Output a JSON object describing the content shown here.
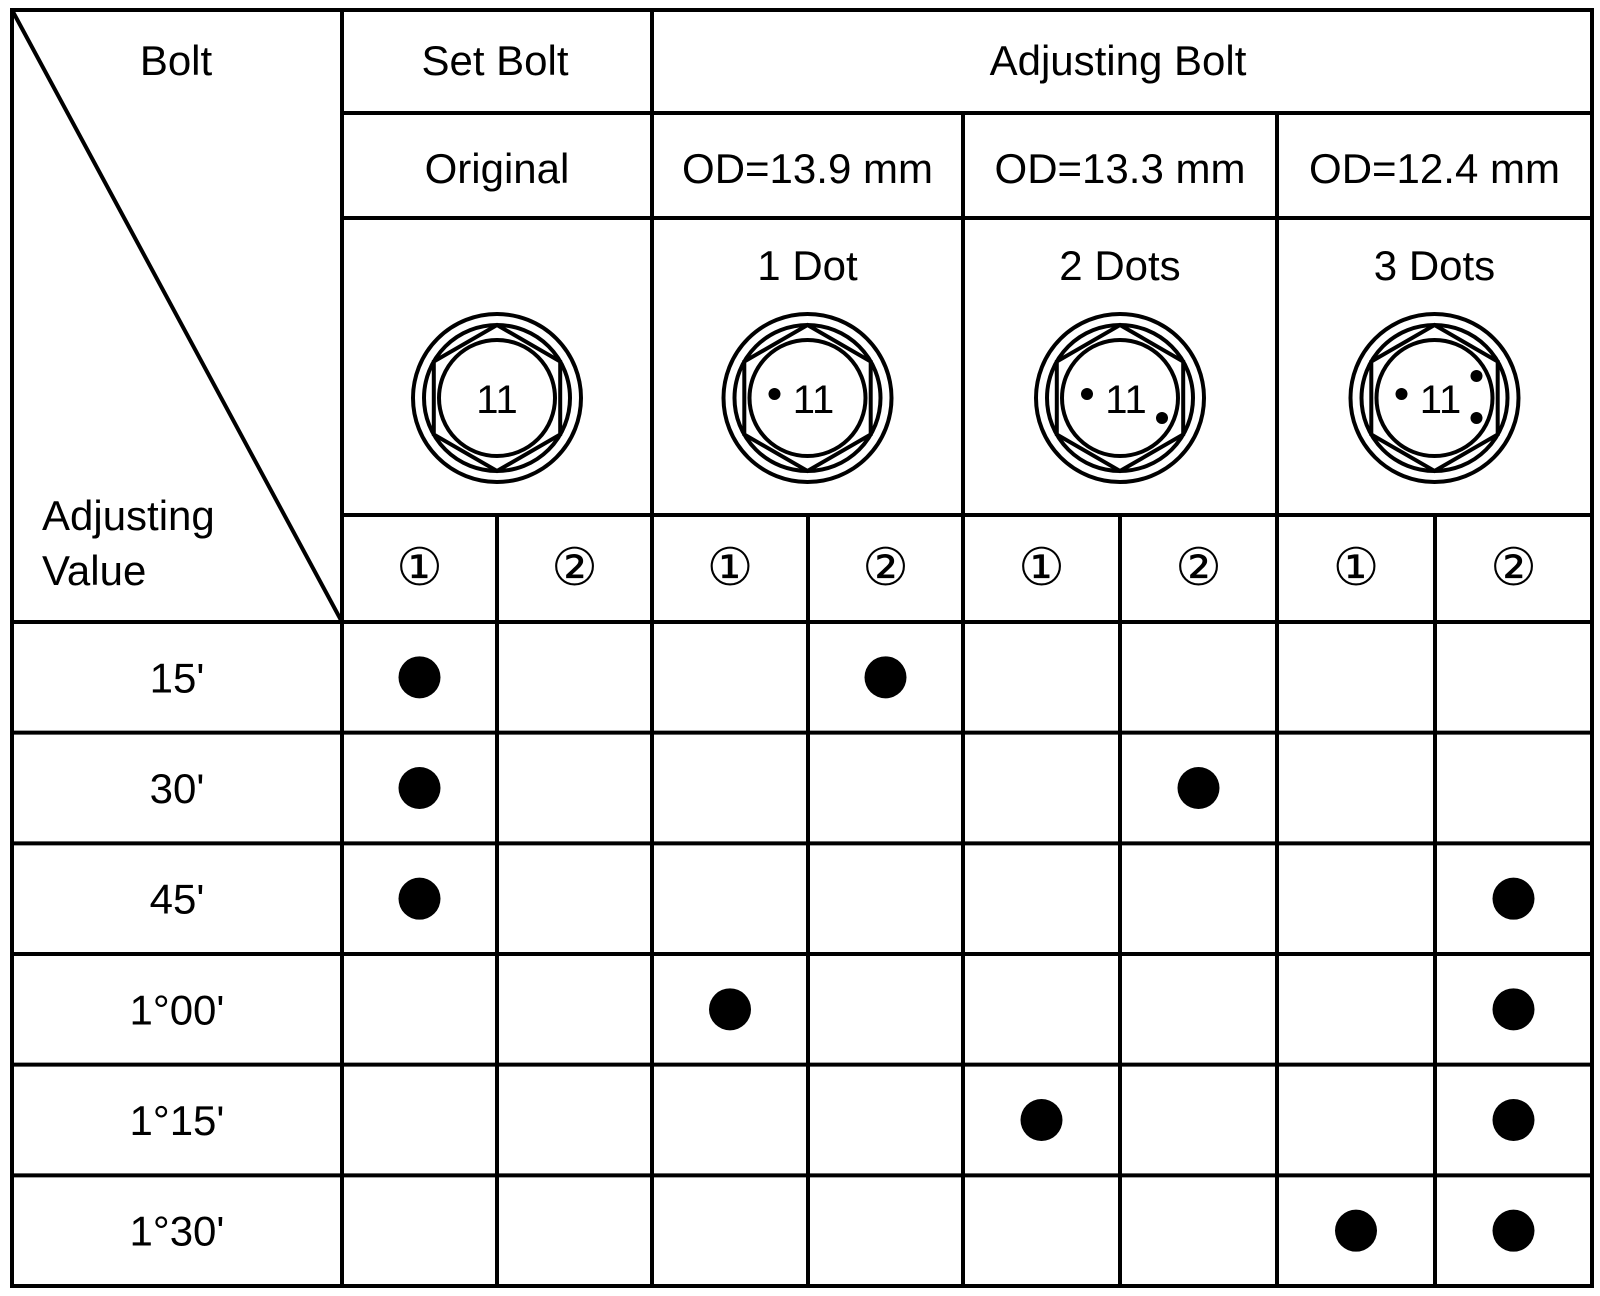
{
  "corner": {
    "top_label": "Bolt",
    "bottom_label_line1": "Adjusting",
    "bottom_label_line2": "Value"
  },
  "header": {
    "set_bolt": "Set Bolt",
    "adjusting_bolt": "Adjusting Bolt",
    "groups": [
      {
        "od": "Original",
        "marking": "",
        "bolt_number": "11",
        "dots": 0
      },
      {
        "od": "OD=13.9 mm",
        "marking": "1 Dot",
        "bolt_number": "11",
        "dots": 1
      },
      {
        "od": "OD=13.3 mm",
        "marking": "2 Dots",
        "bolt_number": "11",
        "dots": 2
      },
      {
        "od": "OD=12.4 mm",
        "marking": "3 Dots",
        "bolt_number": "11",
        "dots": 3
      }
    ],
    "positions": [
      "①",
      "②",
      "①",
      "②",
      "①",
      "②",
      "①",
      "②"
    ]
  },
  "rows": [
    {
      "value": "15'",
      "marks": [
        1,
        0,
        0,
        1,
        0,
        0,
        0,
        0
      ]
    },
    {
      "value": "30'",
      "marks": [
        1,
        0,
        0,
        0,
        0,
        1,
        0,
        0
      ]
    },
    {
      "value": "45'",
      "marks": [
        1,
        0,
        0,
        0,
        0,
        0,
        0,
        1
      ]
    },
    {
      "value": "1°00'",
      "marks": [
        0,
        0,
        1,
        0,
        0,
        0,
        0,
        1
      ]
    },
    {
      "value": "1°15'",
      "marks": [
        0,
        0,
        0,
        0,
        1,
        0,
        0,
        1
      ]
    },
    {
      "value": "1°30'",
      "marks": [
        0,
        0,
        0,
        0,
        0,
        0,
        1,
        1
      ]
    }
  ]
}
